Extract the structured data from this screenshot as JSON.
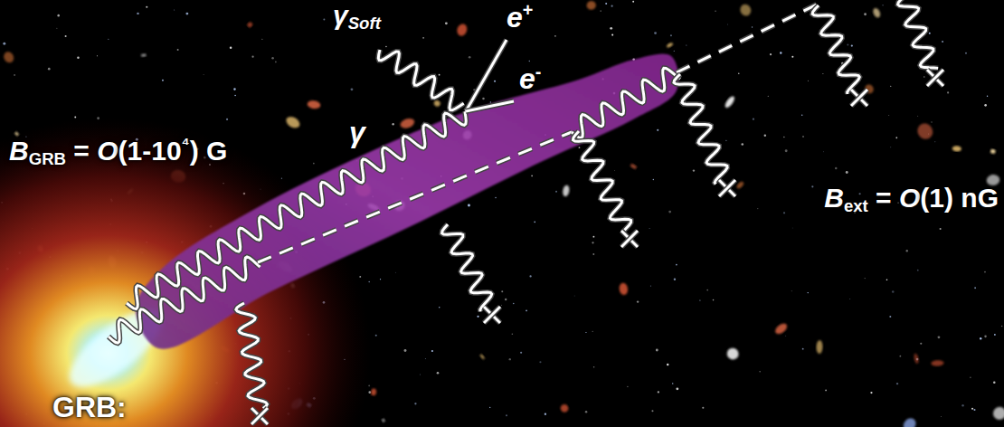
{
  "diagram": {
    "labels": [
      "γSoft",
      "e+",
      "e-",
      "γ",
      "BGRB = O(1-10⁴) G",
      "Bext = O(1) nG",
      "GRB:"
    ]
  }
}
